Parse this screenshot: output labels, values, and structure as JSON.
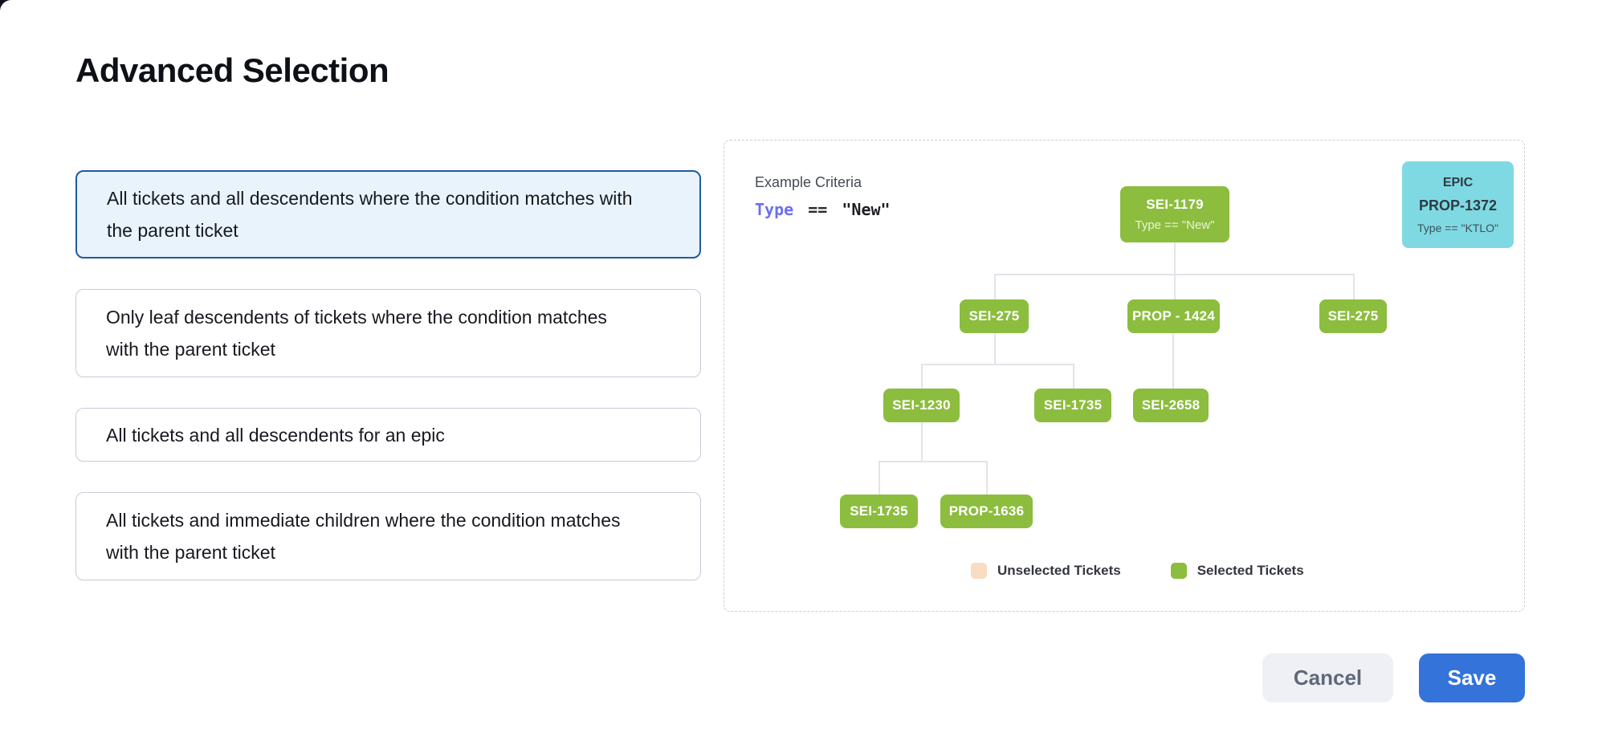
{
  "title": "Advanced Selection",
  "options": [
    {
      "label": "All tickets and all descendents where the condition matches with the parent ticket",
      "selected": true
    },
    {
      "label": "Only leaf descendents of tickets where the condition matches with the parent ticket",
      "selected": false
    },
    {
      "label": "All tickets and all descendents for an epic",
      "selected": false
    },
    {
      "label": "All tickets and immediate children where the condition matches with the parent ticket",
      "selected": false
    }
  ],
  "example": {
    "heading": "Example Criteria",
    "field": "Type",
    "operator": "==",
    "value": "\"New\""
  },
  "epic": {
    "type_label": "EPIC",
    "id": "PROP-1372",
    "condition": "Type == \"KTLO\""
  },
  "tree": {
    "nodes": [
      {
        "id": "SEI-1179",
        "sub": "Type == \"New\""
      },
      {
        "id": "SEI-275"
      },
      {
        "id": "PROP - 1424"
      },
      {
        "id": "SEI-275"
      },
      {
        "id": "SEI-1230"
      },
      {
        "id": "SEI-1735"
      },
      {
        "id": "SEI-2658"
      },
      {
        "id": "SEI-1735"
      },
      {
        "id": "PROP-1636"
      }
    ]
  },
  "legend": [
    {
      "label": "Unselected Tickets",
      "color": "#f9dcc2"
    },
    {
      "label": "Selected Tickets",
      "color": "#8cbd3e"
    }
  ],
  "footer": {
    "cancel_label": "Cancel",
    "save_label": "Save"
  },
  "colors": {
    "selected_card_border": "#235a9e",
    "selected_card_bg": "#e8f3fb",
    "node_green": "#8cbd3e",
    "epic_cyan": "#7fd9e3",
    "criteria_field": "#6b6ff2",
    "save_blue": "#3473d9"
  }
}
